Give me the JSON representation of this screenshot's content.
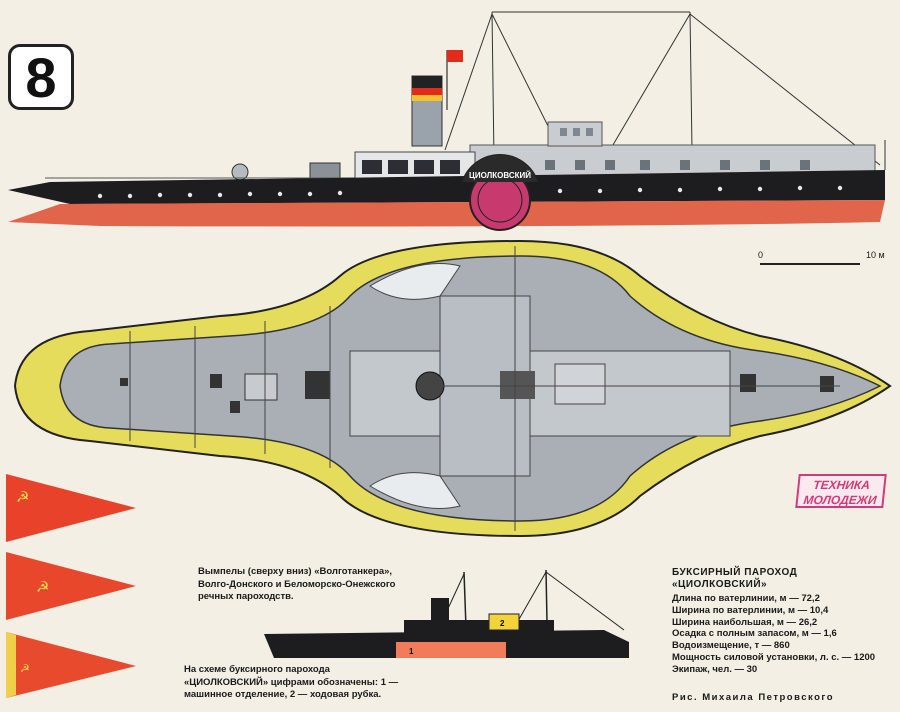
{
  "badge": {
    "number": "8"
  },
  "side_view": {
    "paddlebox_name": "ЦИОЛКОВСКИЙ"
  },
  "scale_bar": {
    "start": "0",
    "end": "10 м"
  },
  "logo": {
    "line1": "ТЕХНИКА",
    "line2": "МОЛОДЕЖИ"
  },
  "pennants": {
    "caption": "Вымпелы (сверху вниз) «Волготанкера», Волго-Донского и Беломорско-Онежского речных пароходств.",
    "symbol": "☭",
    "colors": [
      "#e8432a",
      "#e8472c",
      "#e84a2d"
    ]
  },
  "scheme": {
    "caption": "На схеме буксирного парохода «ЦИОЛКОВСКИЙ» цифрами обозначены: 1 — машинное отделение, 2 — ходовая рубка.",
    "label_1": "1",
    "label_2": "2"
  },
  "specs": {
    "title_line1": "БУКСИРНЫЙ ПАРОХОД",
    "title_line2": "«ЦИОЛКОВСКИЙ»",
    "items": [
      "Длина по ватерлинии, м — 72,2",
      "Ширина по ватерлинии, м — 10,4",
      "Ширина наибольшая, м — 26,2",
      "Осадка с полным запасом, м — 1,6",
      "Водоизмещение, т — 860",
      "Мощность силовой установки, л. с. — 1200",
      "Экипаж, чел. — 30"
    ]
  },
  "credit": "Рис. Михаила Петровского",
  "colors": {
    "hull_red": "#e0654a",
    "hull_black": "#1d1d1f",
    "deck_gray": "#a9afb5",
    "sponson_yellow": "#e6dc5c",
    "flag_red": "#e32b1c"
  }
}
